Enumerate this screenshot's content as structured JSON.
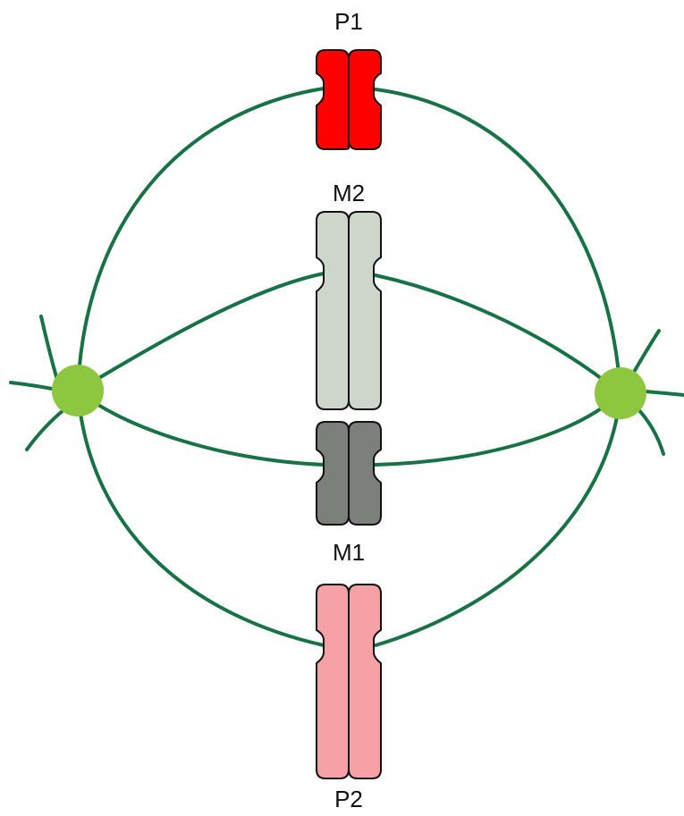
{
  "colors": {
    "spindle_fiber": "#177245",
    "centrosome": "#8DC63F",
    "background": "#ffffff"
  },
  "labels": {
    "p1": "P1",
    "m2": "M2",
    "m1": "M1",
    "p2": "P2"
  },
  "chromosomes": [
    {
      "label": "P1",
      "color": "#FF0000"
    },
    {
      "label": "M2",
      "color": "#CED6CC"
    },
    {
      "label": "M1",
      "color": "#7C807B"
    },
    {
      "label": "P2",
      "color": "#F6A1A6"
    }
  ]
}
